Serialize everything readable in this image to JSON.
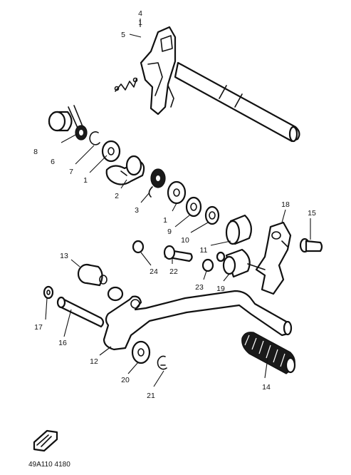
{
  "callouts": {
    "c1": "1",
    "c2": "2",
    "c3": "3",
    "c4": "4",
    "c5": "5",
    "c6": "6",
    "c7": "7",
    "c8": "8",
    "c9": "9",
    "c10": "10",
    "c11": "11",
    "c12": "12",
    "c13": "13",
    "c14": "14",
    "c15": "15",
    "c16": "16",
    "c17": "17",
    "c18": "18",
    "c19": "19",
    "c20": "20",
    "c21": "21",
    "c22": "22",
    "c23": "23",
    "c24": "24"
  },
  "footer": {
    "diagram_code": "49A110 4180"
  },
  "colors": {
    "ink": "#111111",
    "paper": "#ffffff"
  }
}
